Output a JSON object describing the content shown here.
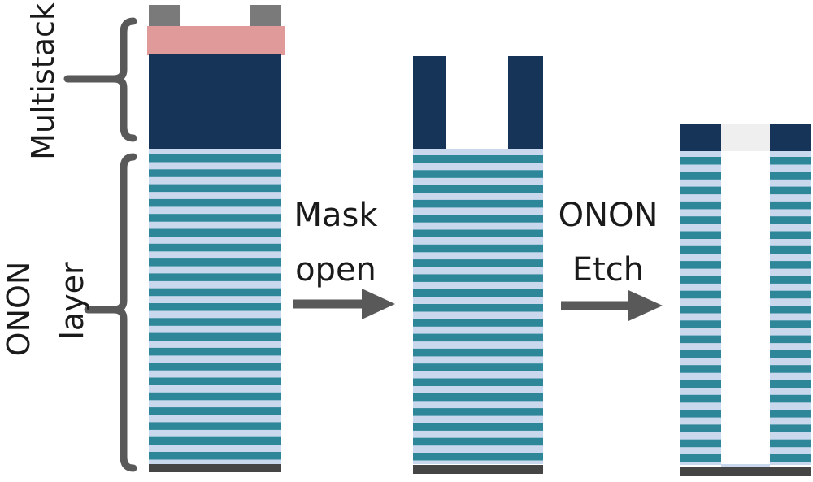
{
  "labels": {
    "multistack": "Multistack",
    "onon_line1": "ONON",
    "onon_line2": "layer",
    "step1_line1": "Mask",
    "step1_line2": "open",
    "step2_line1": "ONON",
    "step2_line2": "Etch"
  },
  "colors": {
    "hardmask": "#163458",
    "photoresist": "#e19a9a",
    "resist_pattern": "#7a7a7a",
    "layer_dark": "#2e8799",
    "layer_light": "#c9d8ed",
    "substrate": "#454545",
    "bracket": "#595959",
    "arrow": "#595959",
    "text": "#1a1a1a",
    "etched_gap": "#efefef"
  }
}
